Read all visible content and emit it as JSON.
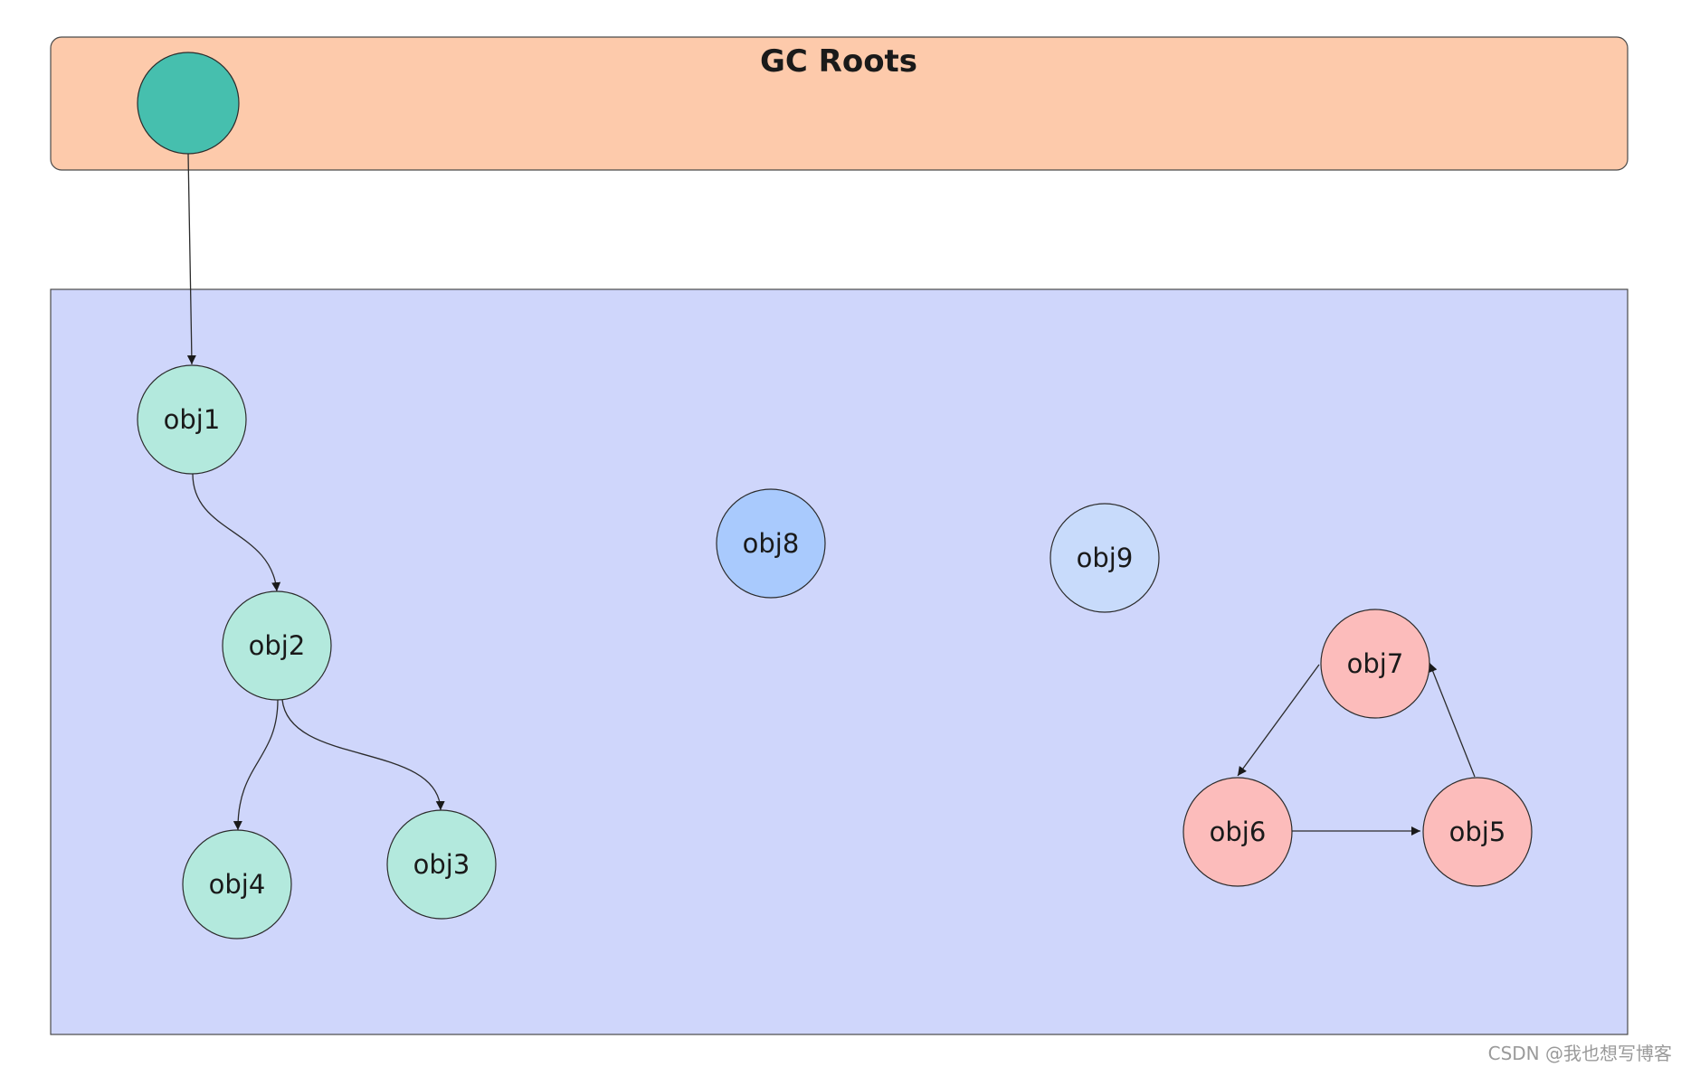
{
  "gc_roots": {
    "title": "GC Roots",
    "fill": "#fdcaab",
    "root_node_fill": "#46bfae"
  },
  "heap": {
    "fill": "#cfd6fb"
  },
  "colors": {
    "reachable": "#b3e9dd",
    "obj8": "#a9cafd",
    "obj9": "#c8dbfb",
    "cycle": "#fcbcbb",
    "stroke": "#2b2b2b"
  },
  "nodes": {
    "obj1": "obj1",
    "obj2": "obj2",
    "obj3": "obj3",
    "obj4": "obj4",
    "obj5": "obj5",
    "obj6": "obj6",
    "obj7": "obj7",
    "obj8": "obj8",
    "obj9": "obj9"
  },
  "edges": [
    {
      "from": "root",
      "to": "obj1"
    },
    {
      "from": "obj1",
      "to": "obj2"
    },
    {
      "from": "obj2",
      "to": "obj4"
    },
    {
      "from": "obj2",
      "to": "obj3"
    },
    {
      "from": "obj7",
      "to": "obj6"
    },
    {
      "from": "obj6",
      "to": "obj5"
    },
    {
      "from": "obj5",
      "to": "obj7"
    }
  ],
  "watermark": "CSDN @我也想写博客"
}
